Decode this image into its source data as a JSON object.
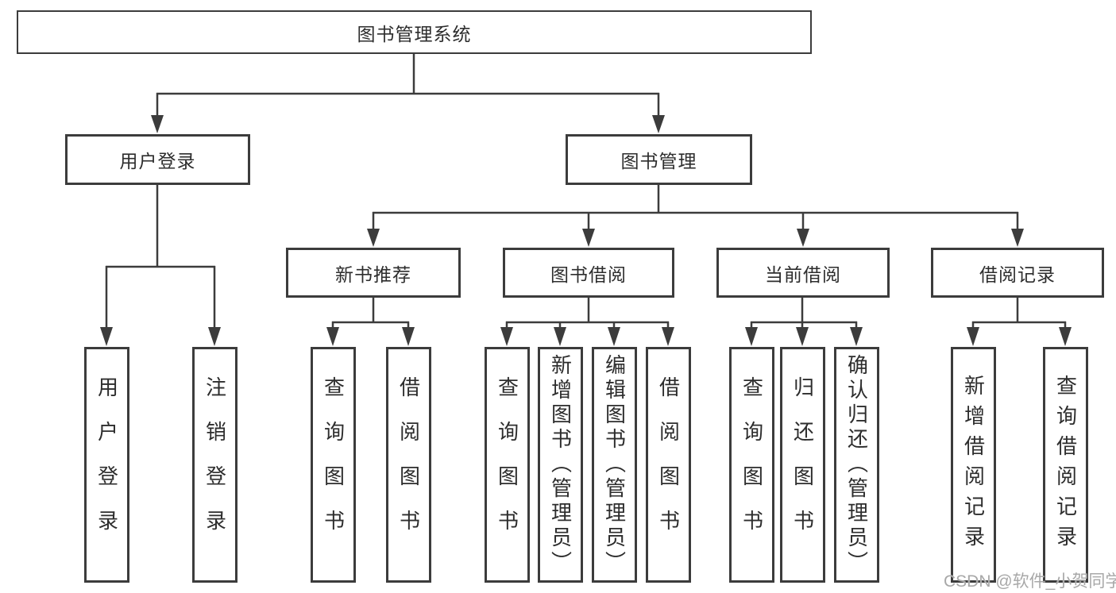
{
  "diagram": {
    "root": {
      "label": "图书管理系统"
    },
    "level2": [
      {
        "label": "用户登录"
      },
      {
        "label": "图书管理"
      }
    ],
    "level3": [
      {
        "label": "新书推荐"
      },
      {
        "label": "图书借阅"
      },
      {
        "label": "当前借阅"
      },
      {
        "label": "借阅记录"
      }
    ],
    "leaves": {
      "user_login": [
        {
          "label": "用户登录"
        },
        {
          "label": "注销登录"
        }
      ],
      "new_book": [
        {
          "label": "查询图书"
        },
        {
          "label": "借阅图书"
        }
      ],
      "book_borrow": [
        {
          "label": "查询图书"
        },
        {
          "label": "新增图书（管理员）"
        },
        {
          "label": "编辑图书（管理员）"
        },
        {
          "label": "借阅图书"
        }
      ],
      "current_borrow": [
        {
          "label": "查询图书"
        },
        {
          "label": "归还图书"
        },
        {
          "label": "确认归还（管理员）"
        }
      ],
      "borrow_records": [
        {
          "label": "新增借阅记录"
        },
        {
          "label": "查询借阅记录"
        }
      ]
    },
    "watermark": "CSDN @软件_小贺同学",
    "colors": {
      "line": "#3c3c3c",
      "text": "#2d2d2d",
      "watermark": "#a8a8a8",
      "background": "#ffffff"
    }
  }
}
